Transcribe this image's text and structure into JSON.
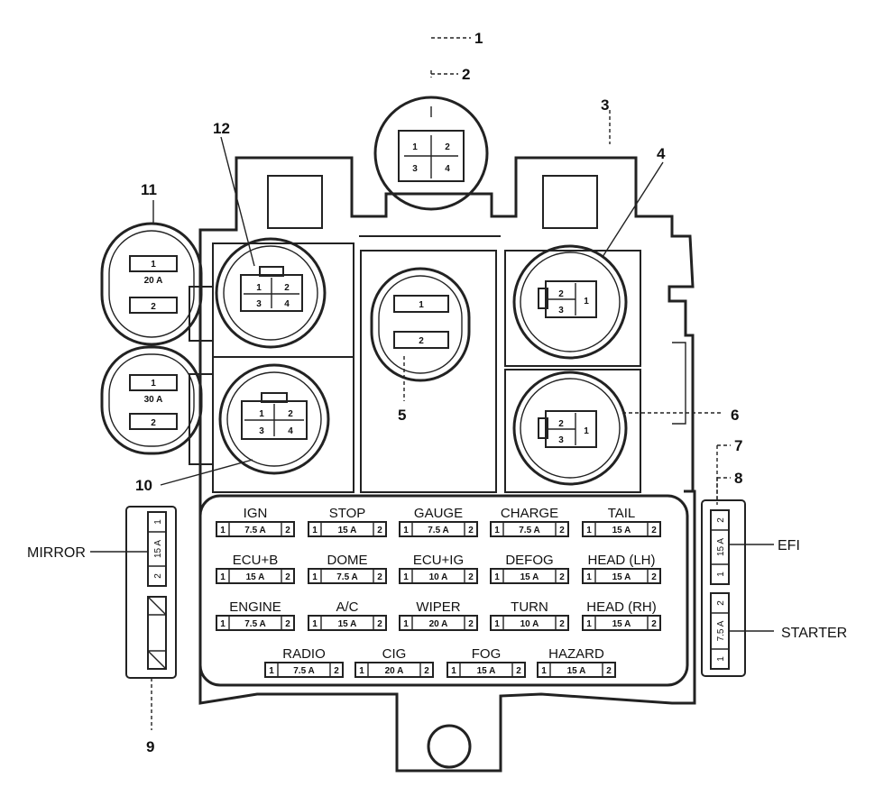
{
  "callouts": [
    "1",
    "2",
    "3",
    "4",
    "5",
    "6",
    "7",
    "8",
    "9",
    "10",
    "11",
    "12"
  ],
  "side_labels": {
    "mirror": "MIRROR",
    "efi": "EFI",
    "starter": "STARTER"
  },
  "relay_terminals": {
    "top_relay": [
      "1",
      "2",
      "3",
      "4"
    ],
    "relay_12": [
      "1",
      "2",
      "3",
      "4"
    ],
    "relay_10": [
      "1",
      "2",
      "3",
      "4"
    ],
    "relay_4": [
      "2",
      "1",
      "3"
    ],
    "relay_6": [
      "2",
      "1",
      "3"
    ],
    "relay_5": [
      "1",
      "2"
    ]
  },
  "fusible_links": [
    {
      "pins": [
        "1",
        "2"
      ],
      "rating": "20 A"
    },
    {
      "pins": [
        "1",
        "2"
      ],
      "rating": "30 A"
    }
  ],
  "side_fuses": {
    "mirror": {
      "pin_a": "1",
      "rating": "15 A",
      "pin_b": "2"
    },
    "efi": {
      "pin_a": "2",
      "rating": "15 A",
      "pin_b": "1"
    },
    "starter": {
      "pin_a": "2",
      "rating": "7.5 A",
      "pin_b": "1"
    }
  },
  "fuses": [
    {
      "name": "IGN",
      "pin_a": "1",
      "rating": "7.5 A",
      "pin_b": "2"
    },
    {
      "name": "STOP",
      "pin_a": "1",
      "rating": "15 A",
      "pin_b": "2"
    },
    {
      "name": "GAUGE",
      "pin_a": "1",
      "rating": "7.5 A",
      "pin_b": "2"
    },
    {
      "name": "CHARGE",
      "pin_a": "1",
      "rating": "7.5 A",
      "pin_b": "2"
    },
    {
      "name": "TAIL",
      "pin_a": "1",
      "rating": "15 A",
      "pin_b": "2"
    },
    {
      "name": "ECU+B",
      "pin_a": "1",
      "rating": "15 A",
      "pin_b": "2"
    },
    {
      "name": "DOME",
      "pin_a": "1",
      "rating": "7.5 A",
      "pin_b": "2"
    },
    {
      "name": "ECU+IG",
      "pin_a": "1",
      "rating": "10 A",
      "pin_b": "2"
    },
    {
      "name": "DEFOG",
      "pin_a": "1",
      "rating": "15 A",
      "pin_b": "2"
    },
    {
      "name": "HEAD (LH)",
      "pin_a": "1",
      "rating": "15 A",
      "pin_b": "2"
    },
    {
      "name": "ENGINE",
      "pin_a": "1",
      "rating": "7.5 A",
      "pin_b": "2"
    },
    {
      "name": "A/C",
      "pin_a": "1",
      "rating": "15 A",
      "pin_b": "2"
    },
    {
      "name": "WIPER",
      "pin_a": "1",
      "rating": "20 A",
      "pin_b": "2"
    },
    {
      "name": "TURN",
      "pin_a": "1",
      "rating": "10 A",
      "pin_b": "2"
    },
    {
      "name": "HEAD (RH)",
      "pin_a": "1",
      "rating": "15 A",
      "pin_b": "2"
    },
    {
      "name": "RADIO",
      "pin_a": "1",
      "rating": "7.5 A",
      "pin_b": "2"
    },
    {
      "name": "CIG",
      "pin_a": "1",
      "rating": "20 A",
      "pin_b": "2"
    },
    {
      "name": "FOG",
      "pin_a": "1",
      "rating": "15 A",
      "pin_b": "2"
    },
    {
      "name": "HAZARD",
      "pin_a": "1",
      "rating": "15 A",
      "pin_b": "2"
    }
  ]
}
